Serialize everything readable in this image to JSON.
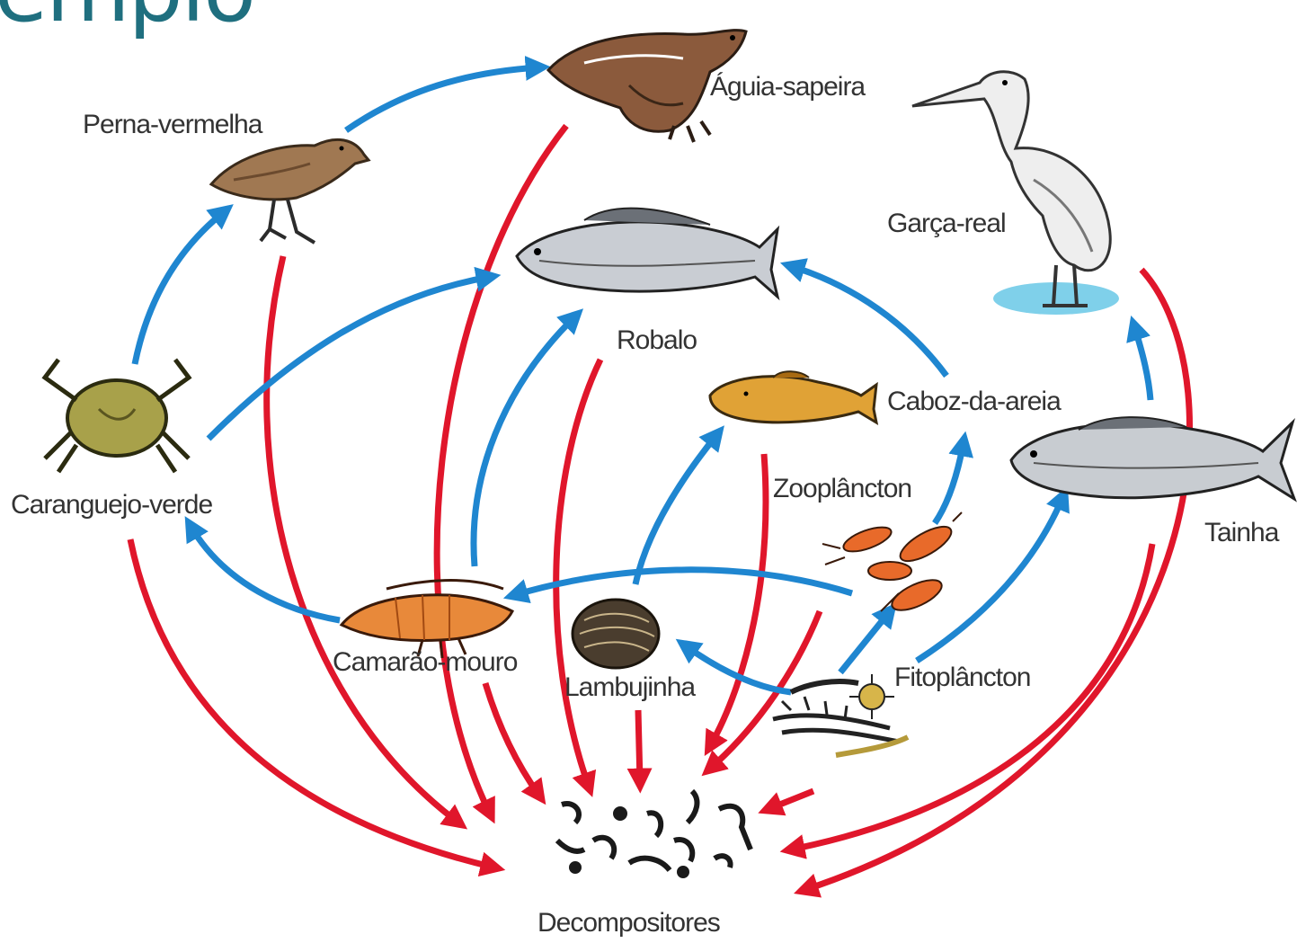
{
  "heading": "emplo",
  "colors": {
    "feeding_arrow": "#1f86d0",
    "decomposition_arrow": "#e0162b",
    "heading": "#1f6f7f"
  },
  "organisms": {
    "aguia_sapeira": "Águia-sapeira",
    "perna_vermelha": "Perna-vermelha",
    "garca_real": "Garça-real",
    "robalo": "Robalo",
    "caboz_da_areia": "Caboz-da-areia",
    "caranguejo_verde": "Caranguejo-verde",
    "zooplancton": "Zooplâncton",
    "tainha": "Tainha",
    "camarao_mouro": "Camarão-mouro",
    "lambujinha": "Lambujinha",
    "fitoplancton": "Fitoplâncton",
    "decompositores": "Decompositores"
  }
}
